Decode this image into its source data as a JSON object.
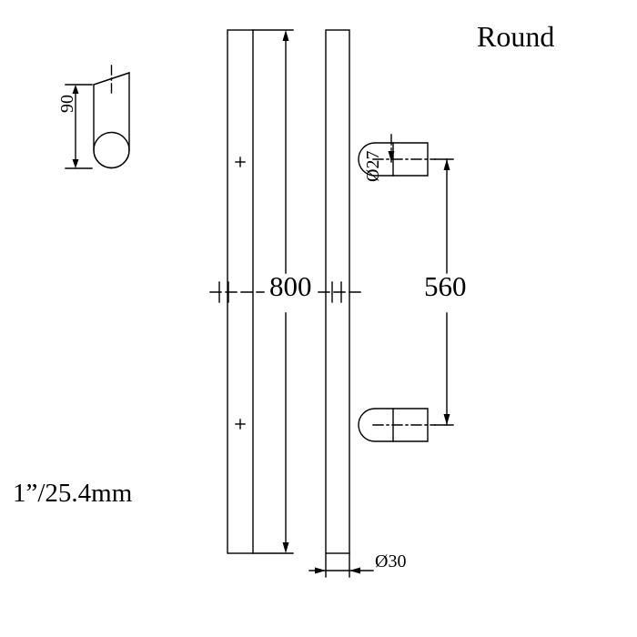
{
  "drawing": {
    "title": "Round",
    "size_note": "1”/25.4mm",
    "dimensions": {
      "overall_length": "800",
      "center_to_center": "560",
      "cut_length": "90",
      "post_diameter": "Ø27",
      "bar_diameter": "Ø30"
    },
    "marks": {
      "cross_upper": "+",
      "cross_lower": "+"
    }
  }
}
